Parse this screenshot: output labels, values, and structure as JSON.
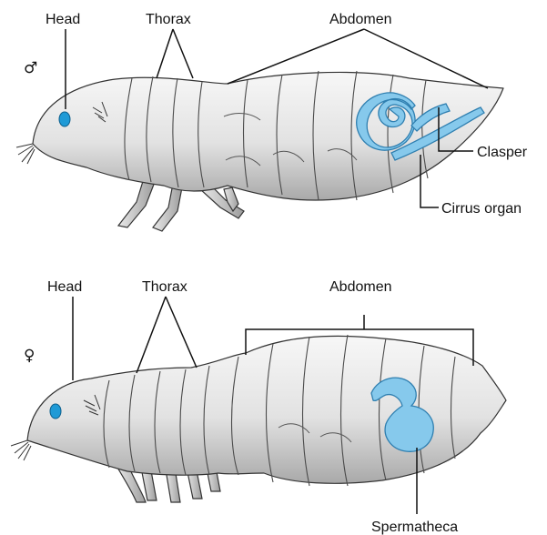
{
  "male": {
    "symbol": "♂",
    "labels": {
      "head": "Head",
      "thorax": "Thorax",
      "abdomen": "Abdomen",
      "clasper": "Clasper",
      "cirrus": "Cirrus organ"
    },
    "colors": {
      "organ": "#86c9ec",
      "eye": "#1f9ad6"
    }
  },
  "female": {
    "symbol": "♀",
    "labels": {
      "head": "Head",
      "thorax": "Thorax",
      "abdomen": "Abdomen",
      "spermatheca": "Spermatheca"
    },
    "colors": {
      "organ": "#86c9ec",
      "eye": "#1f9ad6"
    }
  }
}
